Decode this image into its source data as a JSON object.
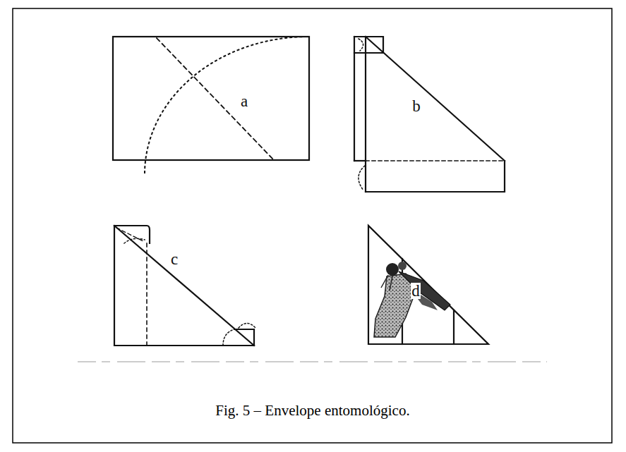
{
  "diagram": {
    "caption": "Fig. 5 – Envelope entomológico.",
    "labels": [
      "a",
      "b",
      "c",
      "d"
    ]
  }
}
